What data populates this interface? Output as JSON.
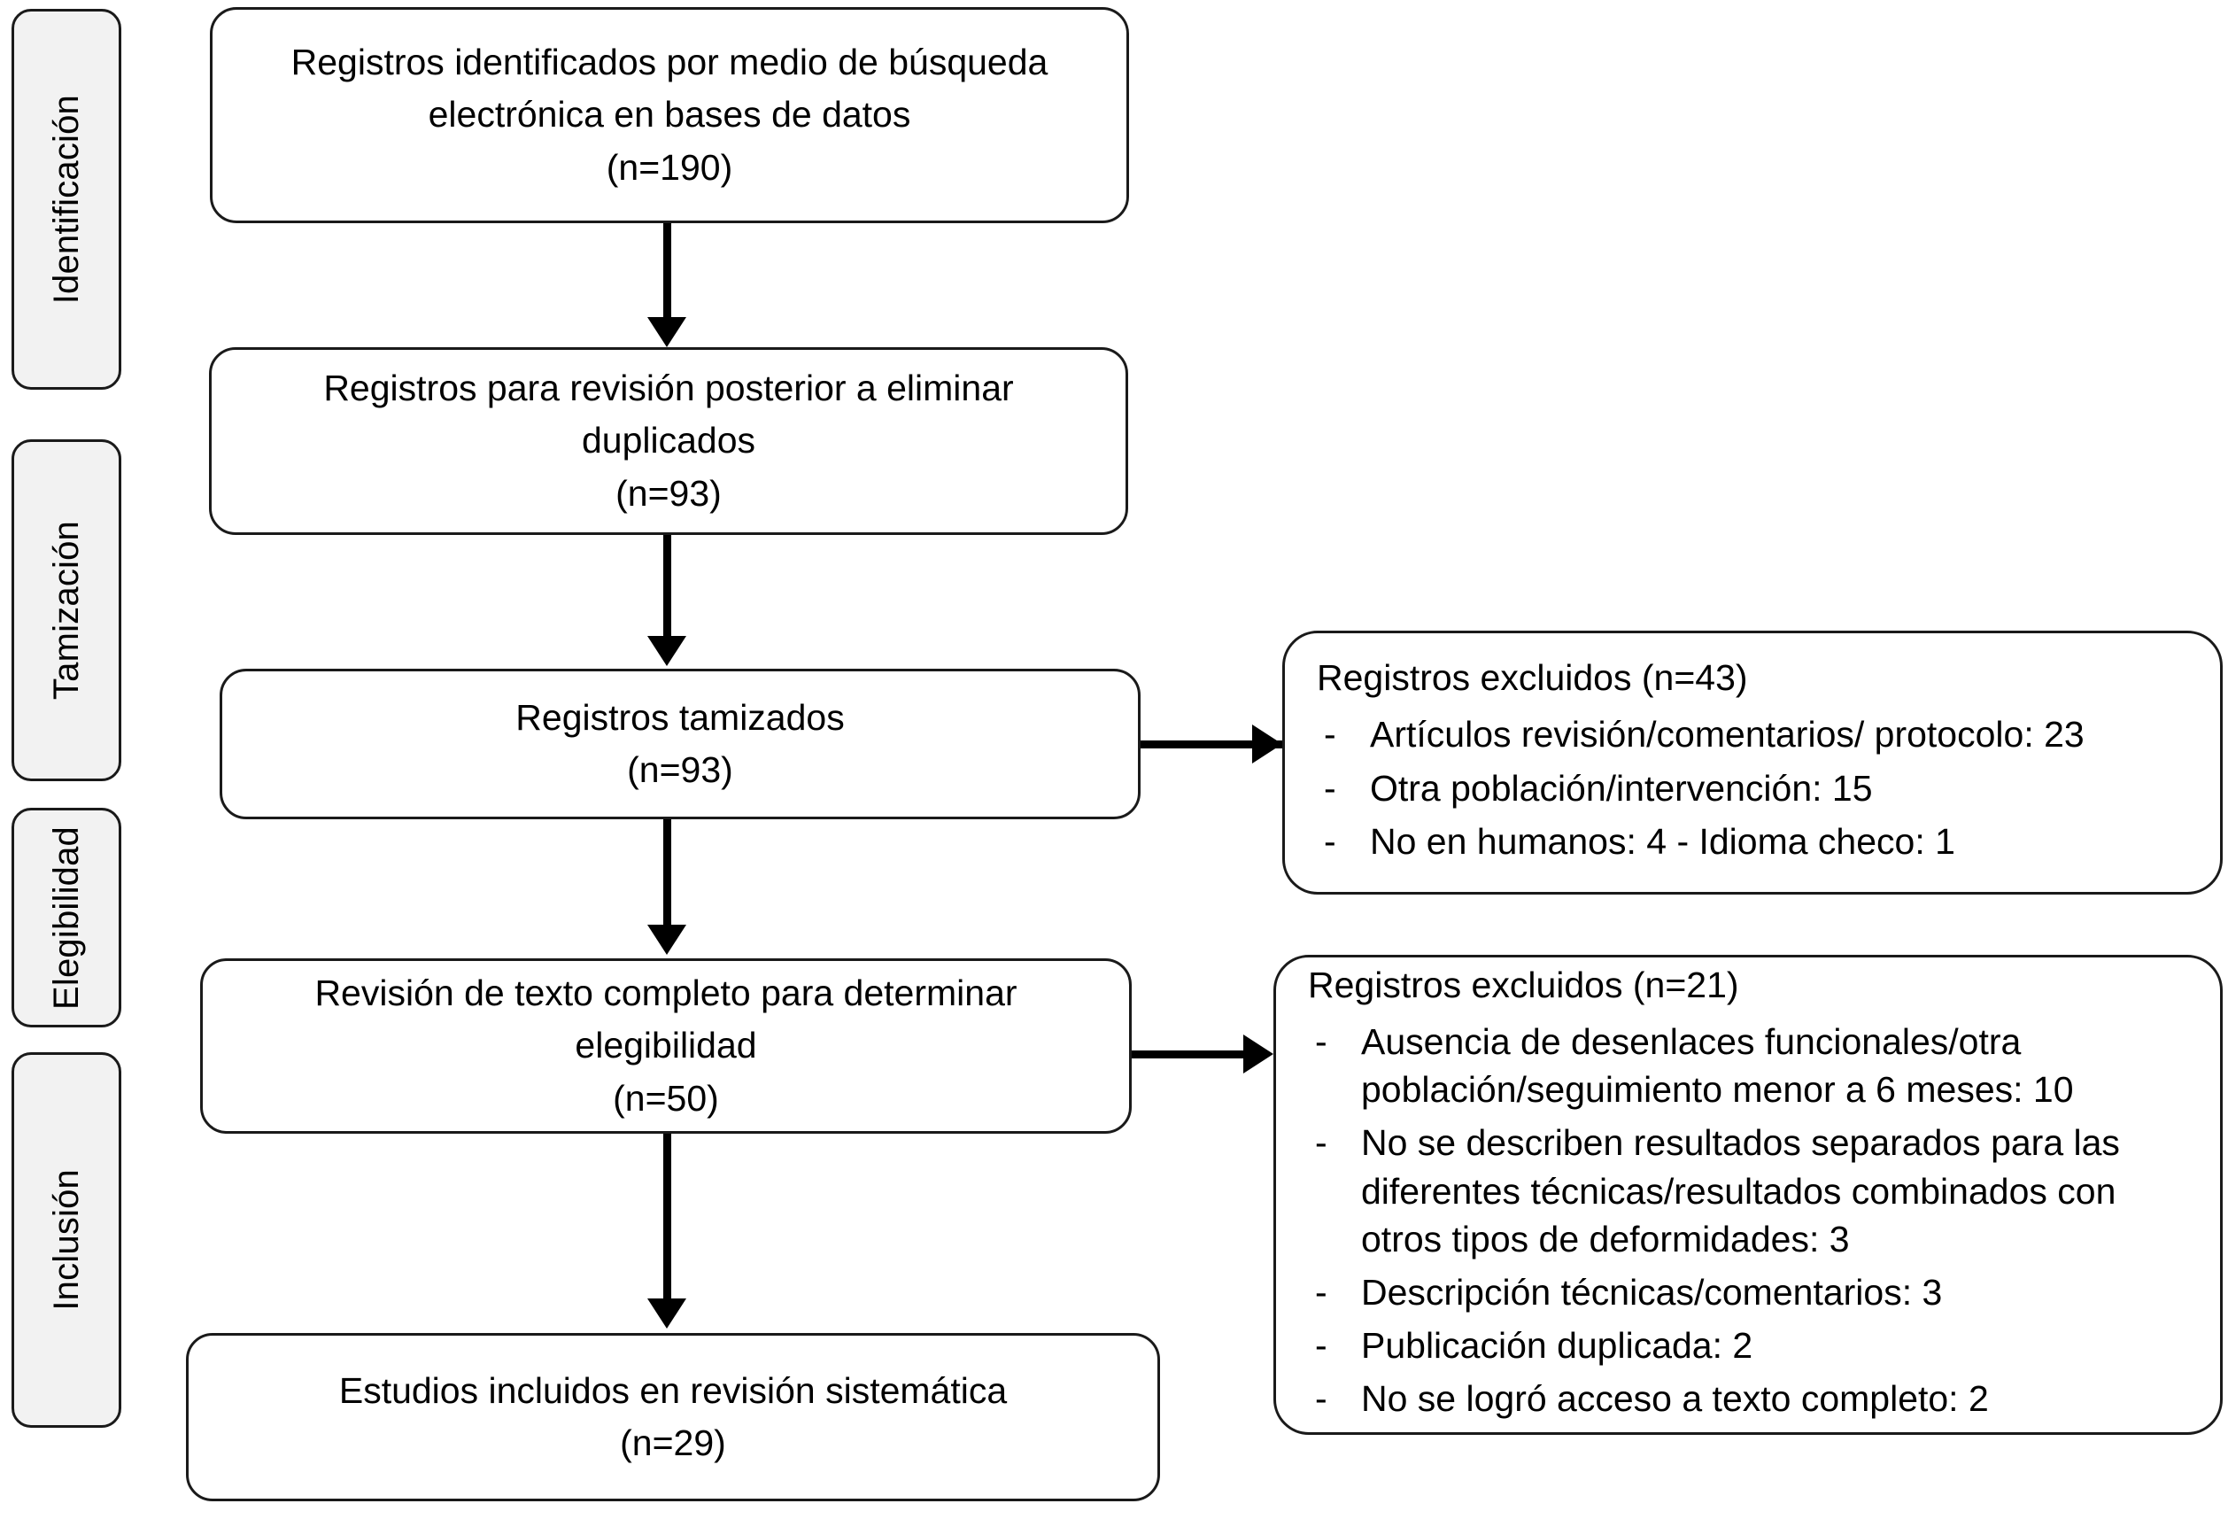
{
  "diagram": {
    "type": "prisma-flow-diagram",
    "language": "es",
    "stages": [
      {
        "id": "identificacion",
        "label": "Identificación"
      },
      {
        "id": "tamizacion",
        "label": "Tamización"
      },
      {
        "id": "elegibilidad",
        "label": "Elegibilidad"
      },
      {
        "id": "inclusion",
        "label": "Inclusión"
      }
    ],
    "flow_boxes": [
      {
        "id": "registros-identificados",
        "lines": [
          "Registros identificados por medio de búsqueda",
          "electrónica en bases de datos",
          "(n=190)"
        ],
        "n": 190
      },
      {
        "id": "registros-sin-duplicados",
        "lines": [
          "Registros para revisión posterior a eliminar",
          "duplicados",
          "(n=93)"
        ],
        "n": 93
      },
      {
        "id": "registros-tamizados",
        "lines": [
          "Registros tamizados",
          "(n=93)"
        ],
        "n": 93
      },
      {
        "id": "revision-texto-completo",
        "lines": [
          "Revisión de texto completo para determinar",
          "elegibilidad",
          "(n=50)"
        ],
        "n": 50
      },
      {
        "id": "estudios-incluidos",
        "lines": [
          "Estudios incluidos en revisión sistemática",
          "(n=29)"
        ],
        "n": 29
      }
    ],
    "exclusion_boxes": [
      {
        "id": "excluidos-tamizacion",
        "title": "Registros excluidos (n=43)",
        "n": 43,
        "dash": "-",
        "items": [
          "Artículos revisión/comentarios/ protocolo: 23",
          "Otra población/intervención: 15",
          "No en humanos: 4   - Idioma checo: 1"
        ]
      },
      {
        "id": "excluidos-elegibilidad",
        "title": "Registros excluidos (n=21)",
        "n": 21,
        "dash": "-",
        "items": [
          "Ausencia  de desenlaces funcionales/otra población/seguimiento menor a 6 meses: 10",
          " No se describen resultados separados para las diferentes técnicas/resultados combinados con otros tipos de deformidades: 3",
          "Descripción técnicas/comentarios: 3",
          "Publicación duplicada: 2",
          "No se logró acceso a texto completo: 2"
        ]
      }
    ],
    "colors": {
      "stroke": "#1a1a1a",
      "arrow": "#000000",
      "band_fill": "#f2f2f2",
      "box_fill": "#ffffff",
      "background": "#ffffff",
      "text": "#000000"
    }
  }
}
